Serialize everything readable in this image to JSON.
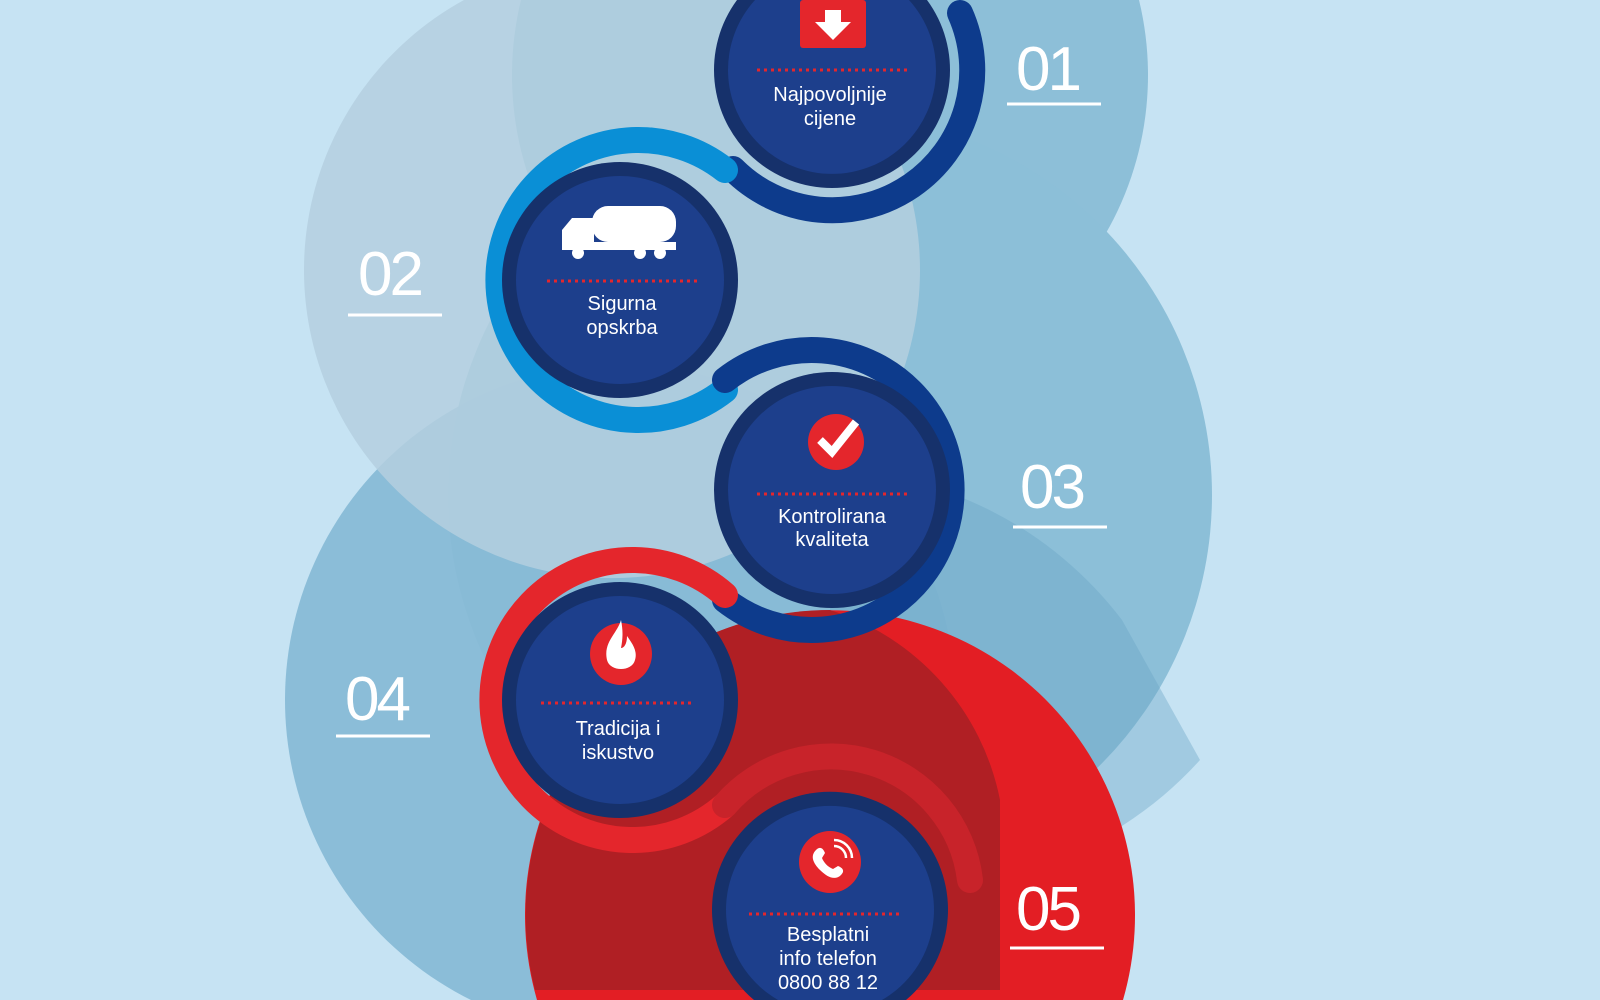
{
  "steps": [
    {
      "number": "01",
      "line1": "Najpovoljnije",
      "line2": "cijene",
      "icon": "price-tag-down-icon"
    },
    {
      "number": "02",
      "line1": "Sigurna",
      "line2": "opskrba",
      "icon": "tanker-truck-icon"
    },
    {
      "number": "03",
      "line1": "Kontrolirana",
      "line2": "kvaliteta",
      "icon": "checkmark-icon"
    },
    {
      "number": "04",
      "line1": "Tradicija i",
      "line2": "iskustvo",
      "icon": "flame-icon"
    },
    {
      "number": "05",
      "line1": "Besplatni",
      "line2": "info telefon",
      "line3": "0800 88 12",
      "icon": "phone-icon"
    }
  ],
  "colors": {
    "background": "#c6e3f3",
    "navy": "#0d3b8c",
    "light_blue": "#0a8fd6",
    "red": "#e4262c",
    "dark_red": "#b01f24"
  }
}
